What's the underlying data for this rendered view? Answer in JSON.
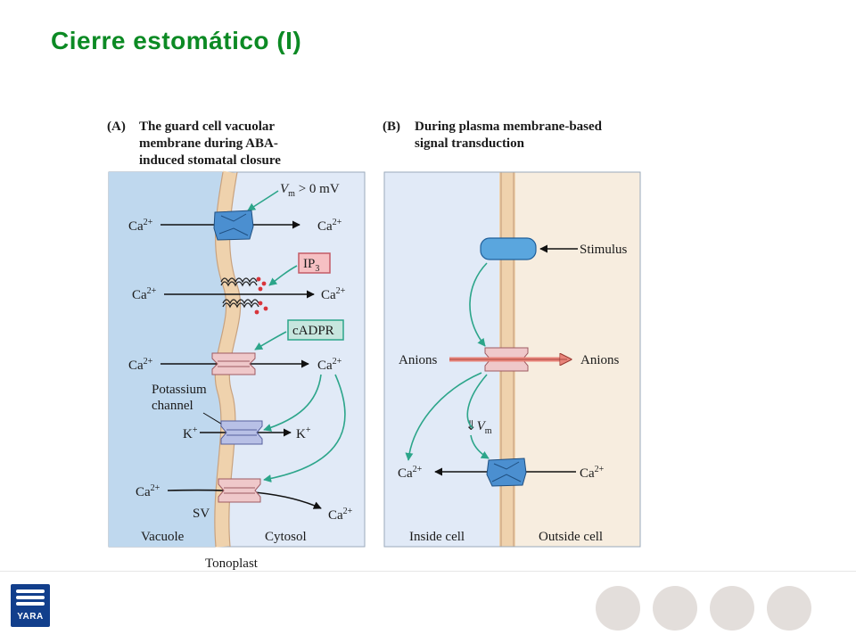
{
  "slide": {
    "title": "Cierre estomático (I)"
  },
  "panel_a": {
    "letter": "(A)",
    "heading": [
      "The guard cell vacuolar",
      "membrane during ABA-",
      "induced stomatal closure"
    ],
    "vm_label": "V",
    "vm_sub": "m",
    "vm_tail": " > 0 mV",
    "ip3": "IP",
    "ip3_sub": "3",
    "cadpr": "cADPR",
    "ca": "Ca",
    "ca_sup": "2+",
    "k": "K",
    "k_sup": "+",
    "potassium": "Potassium",
    "channel": "channel",
    "sv": "SV",
    "vacuole": "Vacuole",
    "cytosol": "Cytosol",
    "tonoplast": "Tonoplast"
  },
  "panel_b": {
    "letter": "(B)",
    "heading": [
      "During plasma membrane-based",
      "signal transduction"
    ],
    "stimulus": "Stimulus",
    "anions_left": "Anions",
    "anions_right": "Anions",
    "dvm_arrow": "⇓",
    "dvm_label": "V",
    "dvm_sub": "m",
    "ca": "Ca",
    "ca_sup": "2+",
    "inside": "Inside cell",
    "outside": "Outside cell"
  },
  "colors": {
    "title_green": "#0c8a24",
    "vacuole_blue": "#bfd8ee",
    "cytosol_blue": "#e1eaf7",
    "outside_beige": "#f7eddf",
    "membrane_tan": "#efd2ad",
    "teal_arrow": "#2ca58a",
    "channel_blue": "#4b8fd0",
    "channel_pink": "#efc8ca",
    "anion_red": "#e8847a",
    "ip3_box": "#f6c0c3",
    "cadpr_box": "#c7e6de"
  },
  "icons": {
    "logo": "yara-viking-ship-logo"
  },
  "footer": {
    "logo_text": "YARA"
  }
}
